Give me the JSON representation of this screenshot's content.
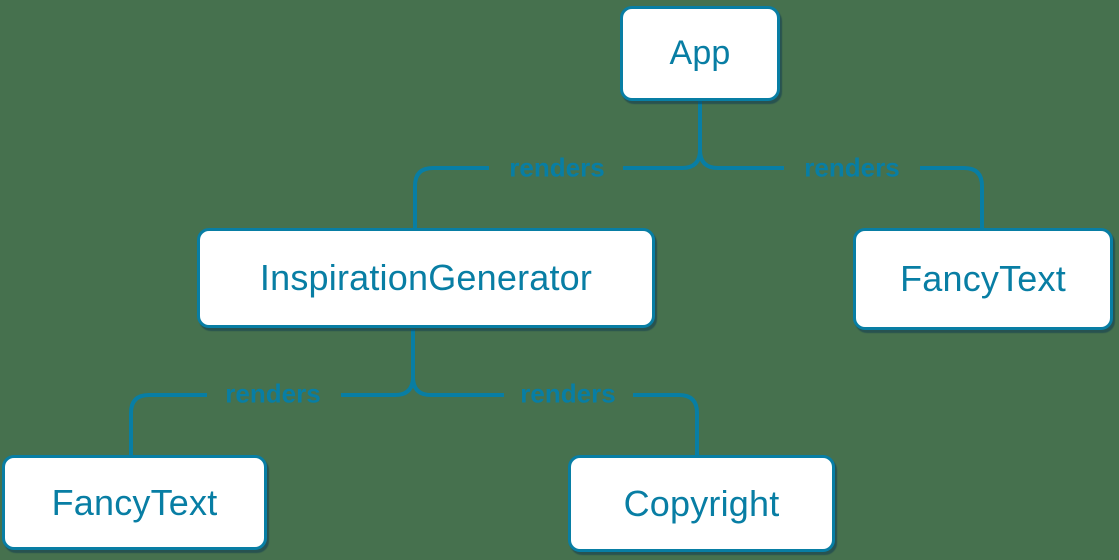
{
  "diagram": {
    "type": "component-render-tree",
    "colors": {
      "background": "#46714E",
      "accent": "#087EA4",
      "box_fill": "#FFFFFF",
      "box_shadow": "rgba(16,58,82,0.55)"
    },
    "nodes": [
      {
        "id": "app",
        "label": "App"
      },
      {
        "id": "inspiration-generator",
        "label": "InspirationGenerator"
      },
      {
        "id": "fancy-text-top",
        "label": "FancyText"
      },
      {
        "id": "fancy-text-bottom",
        "label": "FancyText"
      },
      {
        "id": "copyright",
        "label": "Copyright"
      }
    ],
    "edges": [
      {
        "from": "App",
        "to": "InspirationGenerator",
        "label": "renders"
      },
      {
        "from": "App",
        "to": "FancyText",
        "label": "renders"
      },
      {
        "from": "InspirationGenerator",
        "to": "FancyText",
        "label": "renders"
      },
      {
        "from": "InspirationGenerator",
        "to": "Copyright",
        "label": "renders"
      }
    ]
  }
}
